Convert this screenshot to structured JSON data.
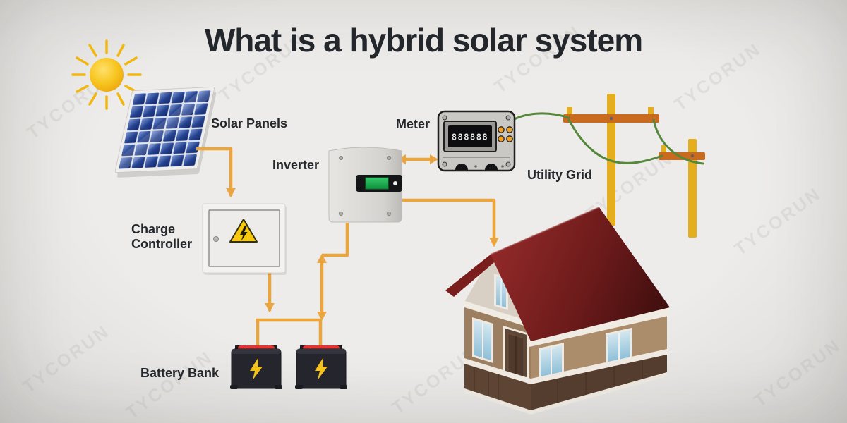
{
  "title": "What is a hybrid solar system",
  "watermark": {
    "text": "TYCORUN"
  },
  "labels": {
    "solar_panels": "Solar Panels",
    "charge_controller": "Charge Controller",
    "inverter": "Inverter",
    "meter": "Meter",
    "utility_grid": "Utility Grid",
    "battery_bank": "Battery Bank"
  },
  "meter": {
    "display": "888888"
  },
  "diagram": {
    "components": [
      "sun",
      "solar-panels",
      "charge-controller",
      "battery-bank",
      "inverter",
      "meter",
      "utility-grid",
      "house"
    ],
    "connections": [
      {
        "from": "solar-panels",
        "to": "charge-controller",
        "style": "arrow"
      },
      {
        "from": "charge-controller",
        "to": "battery-bank",
        "style": "arrow"
      },
      {
        "from": "inverter",
        "to": "battery-bank",
        "style": "double-arrow"
      },
      {
        "from": "inverter",
        "to": "meter",
        "style": "double-arrow"
      },
      {
        "from": "inverter",
        "to": "house",
        "style": "arrow"
      },
      {
        "from": "meter",
        "to": "utility-grid",
        "style": "wire"
      }
    ]
  },
  "colors": {
    "background": "#eae9e8",
    "text": "#23262b",
    "wire_orange": "#EBA53F",
    "wire_green": "#55883A",
    "sun_yellow": "#F5C21D",
    "panel_blue": "#24418f",
    "warning_yellow": "#F8C80D",
    "inverter_screen_green": "#17a848",
    "meter_button_orange": "#EFA028",
    "pole_yellow": "#E4AE1E",
    "crossbar_orange": "#C96A1E",
    "roof_red": "#6b1a1a",
    "battery_red": "#e23636"
  }
}
